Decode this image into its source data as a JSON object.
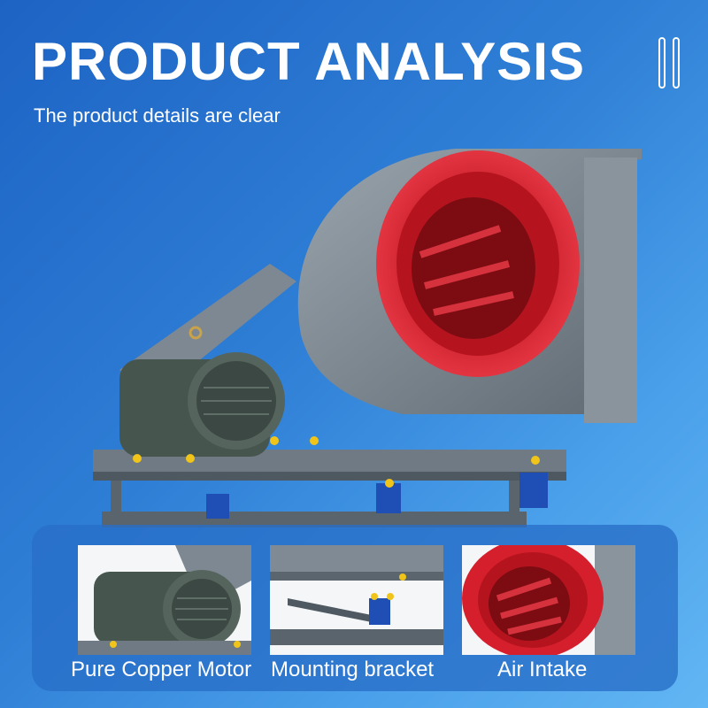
{
  "header": {
    "title": "PRODUCT ANALYSIS",
    "subtitle": "The product details are clear"
  },
  "details": [
    {
      "label": "Pure Copper Motor"
    },
    {
      "label": "Mounting bracket"
    },
    {
      "label": "Air Intake"
    }
  ],
  "colors": {
    "background_start": "#1d63c4",
    "background_end": "#62b6f3",
    "fan_body": "#7f8a94",
    "intake_red": "#d61f2c",
    "motor_green": "#47554f",
    "bracket_blue": "#1f4fb4"
  }
}
